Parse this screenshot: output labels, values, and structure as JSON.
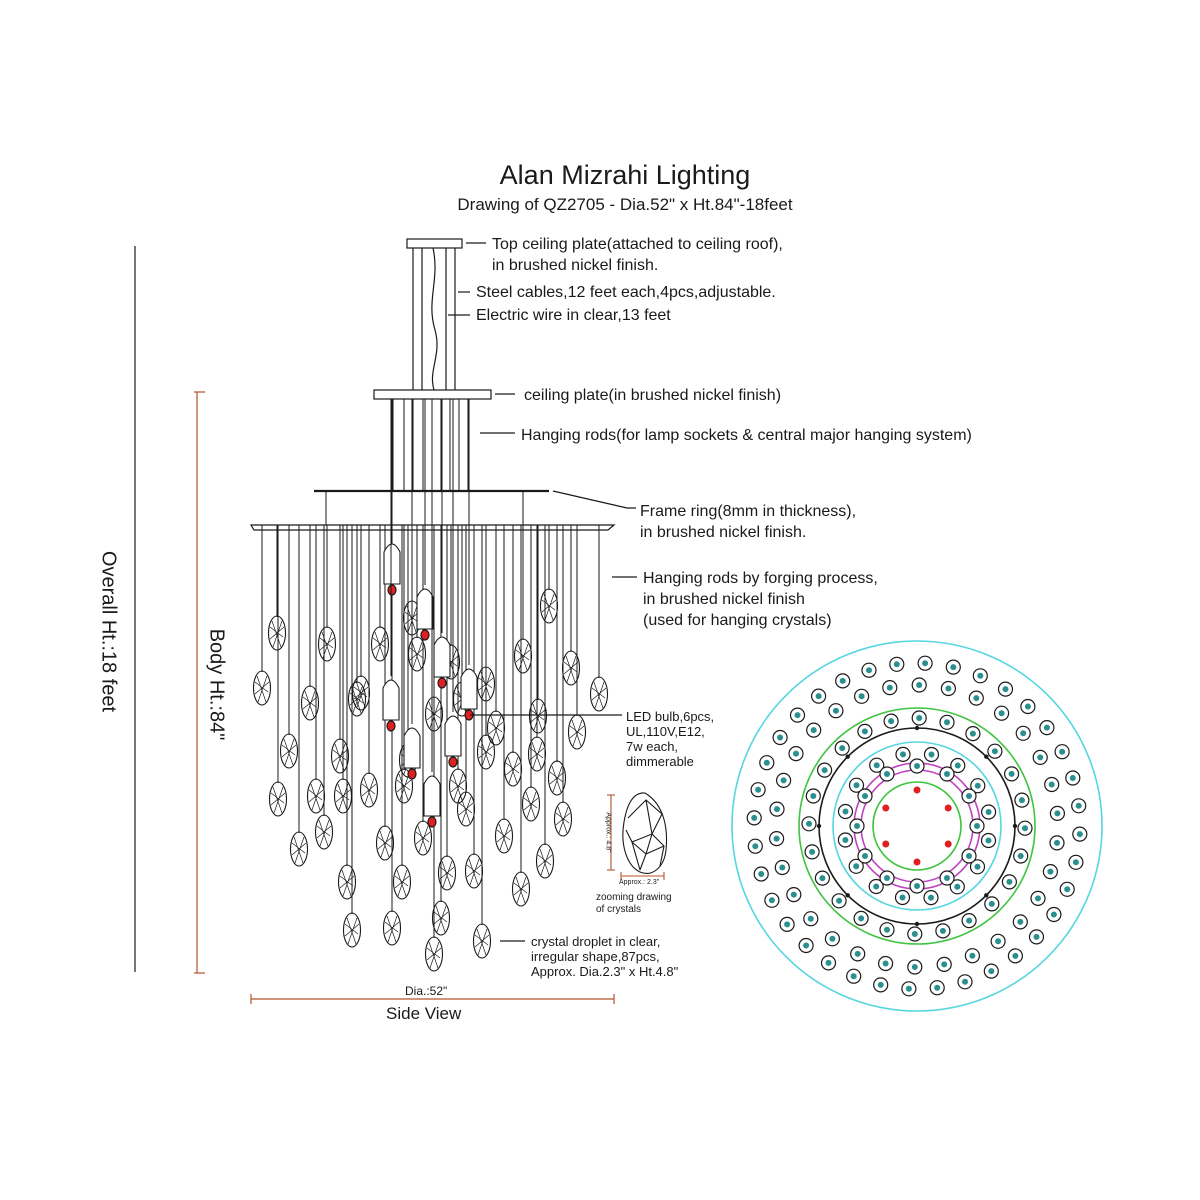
{
  "header": {
    "title": "Alan Mizrahi Lighting",
    "subtitle": "Drawing of QZ2705 - Dia.52\" x Ht.84\"-18feet"
  },
  "labels": {
    "top_plate": "Top ceiling plate(attached to ceiling roof),\nin brushed nickel finish.",
    "steel_cables": "Steel cables,12 feet each,4pcs,adjustable.",
    "electric_wire": "Electric wire in clear,13 feet",
    "ceiling_plate": "ceiling plate(in brushed nickel finish)",
    "hanging_rods_main": "Hanging rods(for lamp sockets & central major hanging system)",
    "frame_ring": "Frame ring(8mm in thickness),\nin brushed nickel finish.",
    "hanging_rods_forged": "Hanging rods by forging process,\nin brushed nickel finish\n(used for hanging crystals)",
    "led_bulb": "LED bulb,6pcs,\nUL,110V,E12,\n7w each,\ndimmerable",
    "crystal": "crystal droplet in clear,\nirregular shape,87pcs,\nApprox. Dia.2.3\" x Ht.4.8\"",
    "zoom_caption": "zooming drawing\nof crystals",
    "zoom_height": "Approx.: 4.8\"",
    "zoom_width": "Approx.: 2.3\"",
    "overall_height": "Overall Ht.:18 feet",
    "body_height": "Body Ht.:84\"",
    "diameter": "Dia.:52\"",
    "side_view": "Side View"
  },
  "colors": {
    "line": "#1a1a1a",
    "dimension": "#b5532a",
    "bulb": "#e02020",
    "outer_ring": "#55d6e0",
    "green_ring": "#3ec43e",
    "magenta_ring": "#c040c0",
    "crystal_fill": "#2a8f8f"
  }
}
